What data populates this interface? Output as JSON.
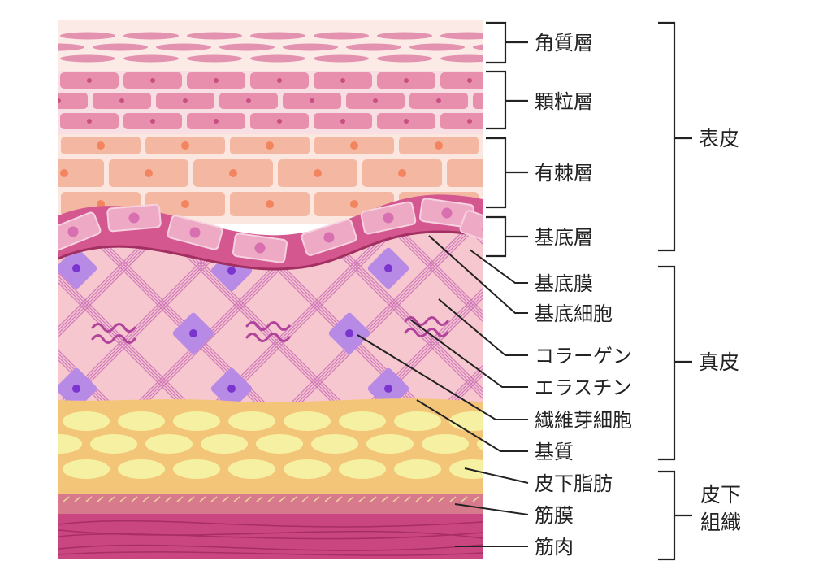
{
  "diagram": {
    "labels": {
      "kakushitsu": "角質層",
      "kanryu": "顆粒層",
      "yukyoku": "有棘層",
      "kitei": "基底層",
      "kiteimaku": "基底膜",
      "kiteisaibo": "基底細胞",
      "collagen": "コラーゲン",
      "elastin": "エラスチン",
      "sengaisaibo": "繊維芽細胞",
      "kishitsu": "基質",
      "hikashibo": "皮下脂肪",
      "kinmaku": "筋膜",
      "kinniku": "筋肉"
    },
    "groups": {
      "hyohi": "表皮",
      "shinpi": "真皮",
      "hika_line1": "皮下",
      "hika_line2": "組織"
    }
  },
  "colors": {
    "stratum_corneum_bg": "#fbeae6",
    "stratum_corneum_cell": "#e392b0",
    "granular_cell": "#e78fac",
    "granular_bg": "#f8dfe3",
    "spinous_cell": "#f4b8a2",
    "spinous_dot": "#f2855f",
    "basal_band": "#d4588f",
    "basal_cell": "#eea9c5",
    "basal_nucleus": "#d86fb0",
    "dermis": "#f7c7cf",
    "fiber": "#cc72b7",
    "fibroblast": "#b68ae5",
    "fibroblast_nucleus": "#7a35d0",
    "fat_bg": "#f3c579",
    "fat_cell": "#f6f1a2",
    "fascia": "#d77b8c",
    "muscle": "#c94680",
    "label_text": "#222222",
    "line": "#222222"
  }
}
